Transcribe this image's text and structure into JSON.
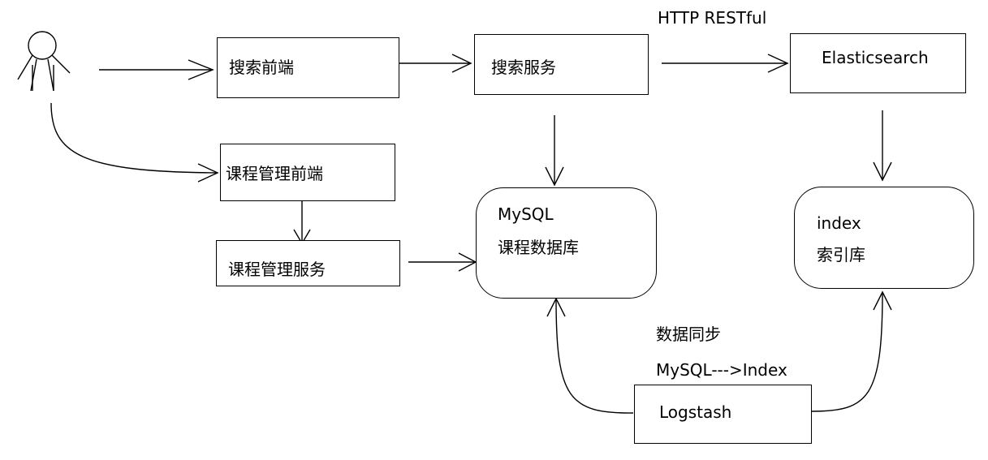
{
  "nodes": {
    "search_frontend": "搜索前端",
    "search_service": "搜索服务",
    "elasticsearch": "Elasticsearch",
    "course_mgmt_frontend": "课程管理前端",
    "course_mgmt_service": "课程管理服务",
    "mysql": {
      "line1": "MySQL",
      "line2": "课程数据库"
    },
    "index": {
      "line1": "index",
      "line2": "索引库"
    },
    "logstash": "Logstash"
  },
  "edge_labels": {
    "http": "HTTP RESTful",
    "sync_title": "数据同步",
    "sync_detail": "MySQL--->Index"
  }
}
